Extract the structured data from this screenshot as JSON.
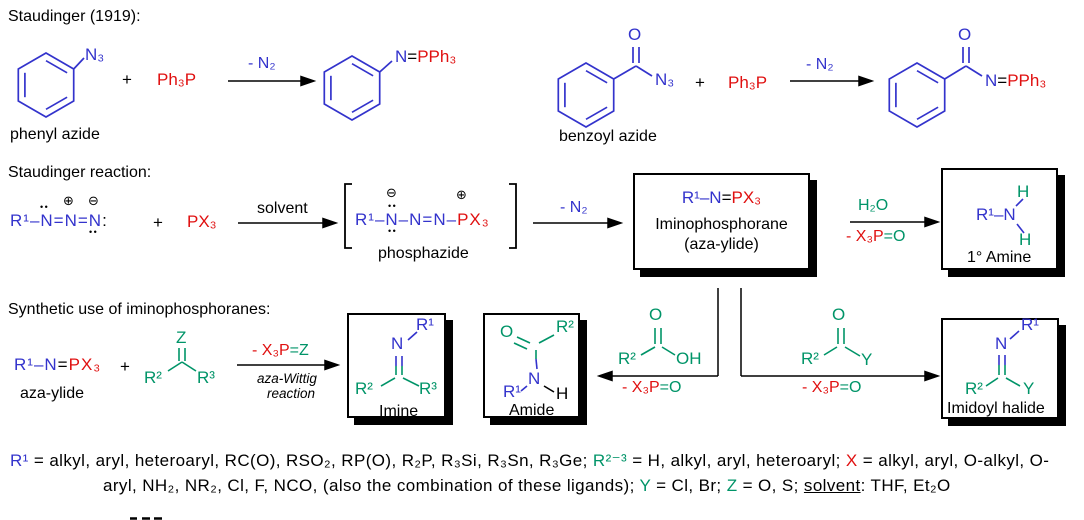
{
  "colors": {
    "structure_blue": "#3333cc",
    "phosphine_red": "#e01010",
    "hetero_green": "#009468",
    "text_black": "#000000"
  },
  "s1": {
    "title": "Staudinger (1919):",
    "n3": "N₃",
    "plus": "+",
    "ph3p": "Ph₃P",
    "minus_n2": "- N₂",
    "n": "N",
    "eq": "=",
    "pph3": "PPh₃",
    "o": "O",
    "phenyl_azide": "phenyl azide",
    "benzoyl_azide": "benzoyl azide"
  },
  "s2": {
    "title": "Staudinger reaction:",
    "azide_blue": "R¹–N=N=N",
    "azide_lp": ":",
    "lone_pair": "••",
    "plus_charge": "⊕",
    "minus_charge": "⊖",
    "plus": "+",
    "px3": "PX₃",
    "solvent": "solvent",
    "phosphazide_chain": "R¹–N–N=N–",
    "phosphazide_px3": "PX₃",
    "phosphazide": "phosphazide",
    "minus_n2": "- N₂",
    "ylide_r1n": "R¹–N",
    "ylide_eq": "=",
    "ylide_px3": "PX₃",
    "box_line1": "Iminophosphorane",
    "box_line2": "(aza-ylide)",
    "h2o": "H₂O",
    "minus_x3p": "- X₃P",
    "eq_o": "=O",
    "amine_r1n": "R¹–N",
    "amine_h": "H",
    "amine_label": "1° Amine"
  },
  "s3": {
    "title": "Synthetic use of iminophosphoranes:",
    "ylide_r1n": "R¹–N",
    "ylide_eq": "=",
    "ylide_px3": "PX₃",
    "ylide_label": "aza-ylide",
    "plus": "+",
    "z": "Z",
    "r2": "R²",
    "r3": "R³",
    "minus_x3p": "- X₃P",
    "eq_z": "=Z",
    "eq_o": "=O",
    "aza_wittig": "aza-Wittig",
    "reaction": "reaction",
    "n": "N",
    "r1": "R¹",
    "o": "O",
    "h": "H",
    "oh": "OH",
    "y": "Y",
    "imine_label": "Imine",
    "amide_label": "Amide",
    "imidoyl_label": "Imidoyl halide"
  },
  "footnote": {
    "l1_r1": "R¹",
    "l1_a": " = alkyl, aryl, heteroaryl, RC(O), RSO₂, RP(O), R₂P, R₃Si, R₃Sn, R₃Ge; ",
    "l1_r23": "R²⁻³",
    "l1_b": " = H, alkyl, aryl, heteroaryl; ",
    "l1_x": "X",
    "l1_c": " = alkyl, aryl, O-alkyl, O-",
    "l2_a": "aryl, NH₂, NR₂, Cl, F, NCO, (also the combination of these ligands); ",
    "l2_y": "Y",
    "l2_b": " = Cl, Br; ",
    "l2_z": "Z",
    "l2_c": " = O, S; ",
    "l2_solvent": "solvent",
    "l2_d": ": THF, Et₂O"
  }
}
